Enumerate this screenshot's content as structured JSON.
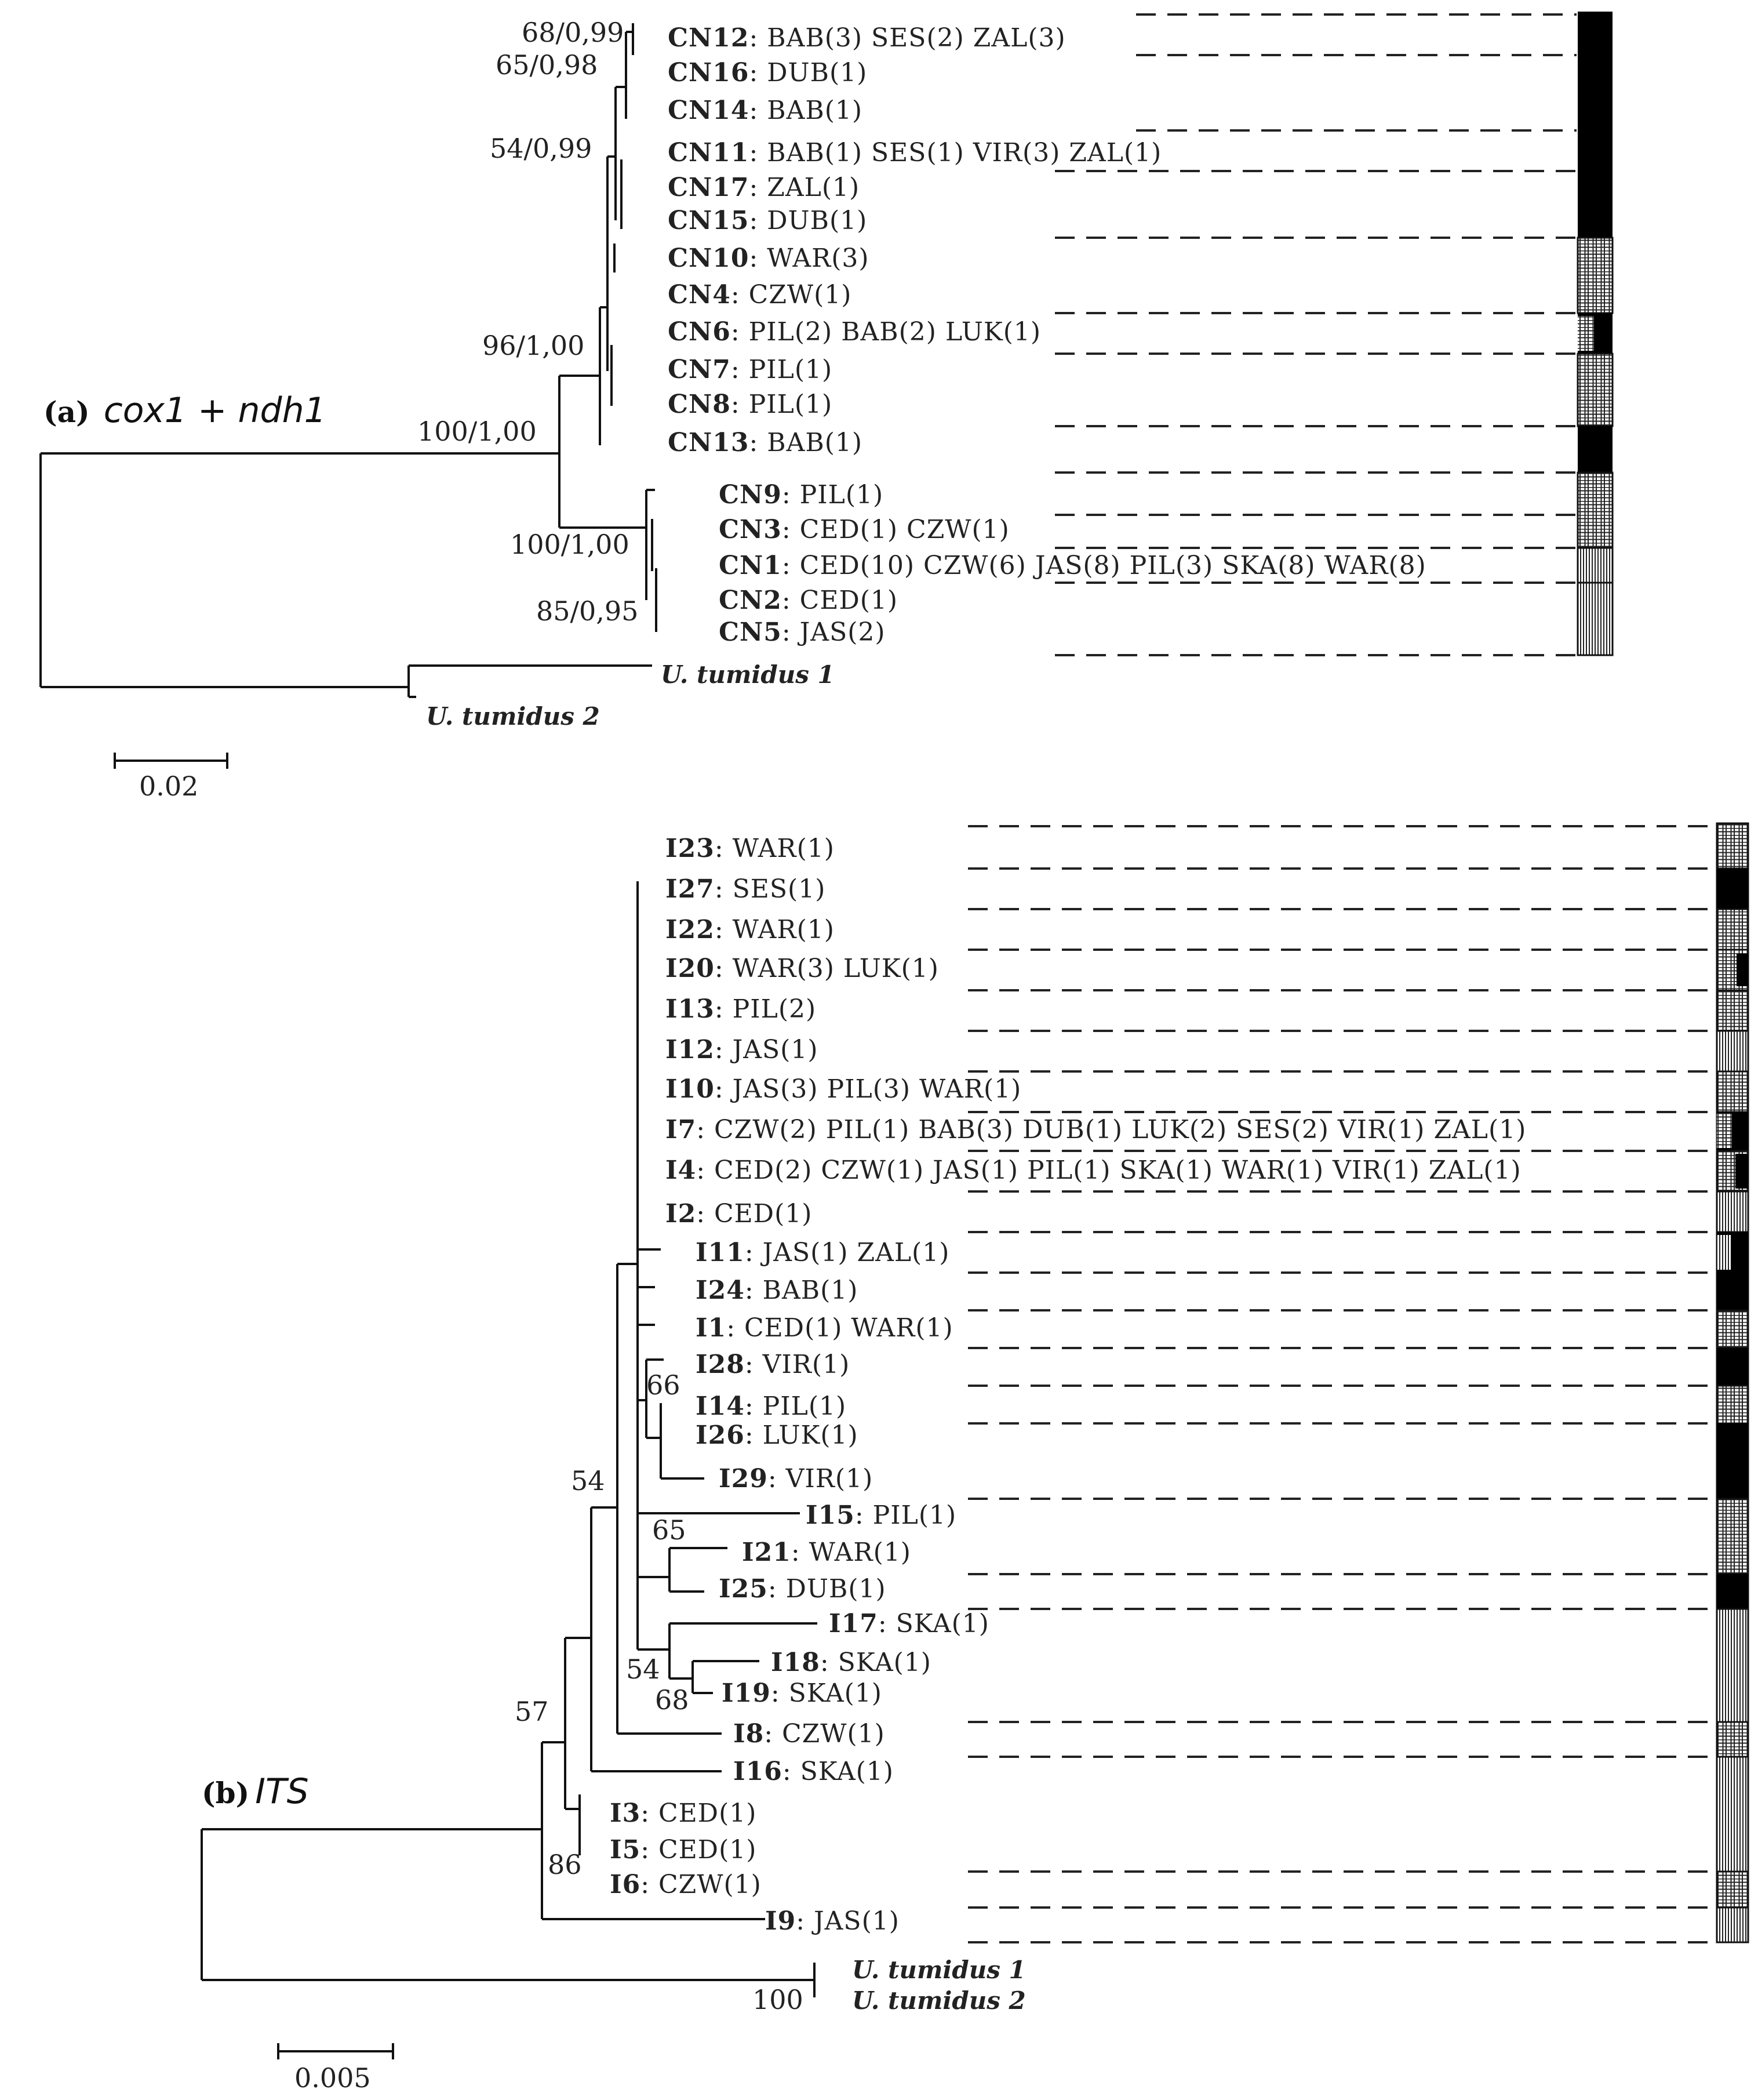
{
  "panel_a": {
    "tag": "(a)",
    "title": "cox1 + ndh1",
    "supports": [
      "68/0,99",
      "65/0,98",
      "54/0,99",
      "96/1,00",
      "100/1,00",
      "100/1,00",
      "85/0,95"
    ],
    "haplotypes": [
      {
        "id": "CN12",
        "pops": "BAB(3) SES(2) ZAL(3)"
      },
      {
        "id": "CN16",
        "pops": "DUB(1)"
      },
      {
        "id": "CN14",
        "pops": "BAB(1)"
      },
      {
        "id": "CN11",
        "pops": "BAB(1) SES(1) VIR(3) ZAL(1)"
      },
      {
        "id": "CN17",
        "pops": "ZAL(1)"
      },
      {
        "id": "CN15",
        "pops": "DUB(1)"
      },
      {
        "id": "CN10",
        "pops": "WAR(3)"
      },
      {
        "id": "CN4",
        "pops": "CZW(1)"
      },
      {
        "id": "CN6",
        "pops": "PIL(2) BAB(2) LUK(1)"
      },
      {
        "id": "CN7",
        "pops": "PIL(1)"
      },
      {
        "id": "CN8",
        "pops": "PIL(1)"
      },
      {
        "id": "CN13",
        "pops": "BAB(1)"
      },
      {
        "id": "CN9",
        "pops": "PIL(1)"
      },
      {
        "id": "CN3",
        "pops": "CED(1) CZW(1)"
      },
      {
        "id": "CN1",
        "pops": "CED(10) CZW(6) JAS(8) PIL(3) SKA(8) WAR(8)"
      },
      {
        "id": "CN2",
        "pops": "CED(1)"
      },
      {
        "id": "CN5",
        "pops": "JAS(2)"
      }
    ],
    "outgroups": [
      "U. tumidus 1",
      "U. tumidus 2"
    ],
    "scale": "0.02"
  },
  "panel_b": {
    "tag": "(b)",
    "title": "ITS",
    "supports": [
      "66",
      "65",
      "54",
      "68",
      "54",
      "57",
      "86",
      "100"
    ],
    "haplotypes": [
      {
        "id": "I23",
        "pops": "WAR(1)"
      },
      {
        "id": "I27",
        "pops": "SES(1)"
      },
      {
        "id": "I22",
        "pops": "WAR(1)"
      },
      {
        "id": "I20",
        "pops": "WAR(3) LUK(1)"
      },
      {
        "id": "I13",
        "pops": "PIL(2)"
      },
      {
        "id": "I12",
        "pops": "JAS(1)"
      },
      {
        "id": "I10",
        "pops": "JAS(3) PIL(3) WAR(1)"
      },
      {
        "id": "I7",
        "pops": "CZW(2) PIL(1) BAB(3) DUB(1) LUK(2) SES(2) VIR(1) ZAL(1)"
      },
      {
        "id": "I4",
        "pops": "CED(2) CZW(1) JAS(1) PIL(1) SKA(1) WAR(1) VIR(1) ZAL(1)"
      },
      {
        "id": "I2",
        "pops": "CED(1)"
      },
      {
        "id": "I11",
        "pops": "JAS(1) ZAL(1)"
      },
      {
        "id": "I24",
        "pops": "BAB(1)"
      },
      {
        "id": "I1",
        "pops": "CED(1) WAR(1)"
      },
      {
        "id": "I28",
        "pops": "VIR(1)"
      },
      {
        "id": "I14",
        "pops": "PIL(1)"
      },
      {
        "id": "I26",
        "pops": "LUK(1)"
      },
      {
        "id": "I29",
        "pops": "VIR(1)"
      },
      {
        "id": "I15",
        "pops": "PIL(1)"
      },
      {
        "id": "I21",
        "pops": "WAR(1)"
      },
      {
        "id": "I25",
        "pops": "DUB(1)"
      },
      {
        "id": "I17",
        "pops": "SKA(1)"
      },
      {
        "id": "I18",
        "pops": "SKA(1)"
      },
      {
        "id": "I19",
        "pops": "SKA(1)"
      },
      {
        "id": "I8",
        "pops": "CZW(1)"
      },
      {
        "id": "I16",
        "pops": "SKA(1)"
      },
      {
        "id": "I3",
        "pops": "CED(1)"
      },
      {
        "id": "I5",
        "pops": "CED(1)"
      },
      {
        "id": "I6",
        "pops": "CZW(1)"
      },
      {
        "id": "I9",
        "pops": "JAS(1)"
      }
    ],
    "outgroups": [
      "U. tumidus 1",
      "U. tumidus 2"
    ],
    "scale": "0.005"
  },
  "colors": {
    "line": "#111111",
    "black_bar": "#000000",
    "hatch": "#333333"
  }
}
